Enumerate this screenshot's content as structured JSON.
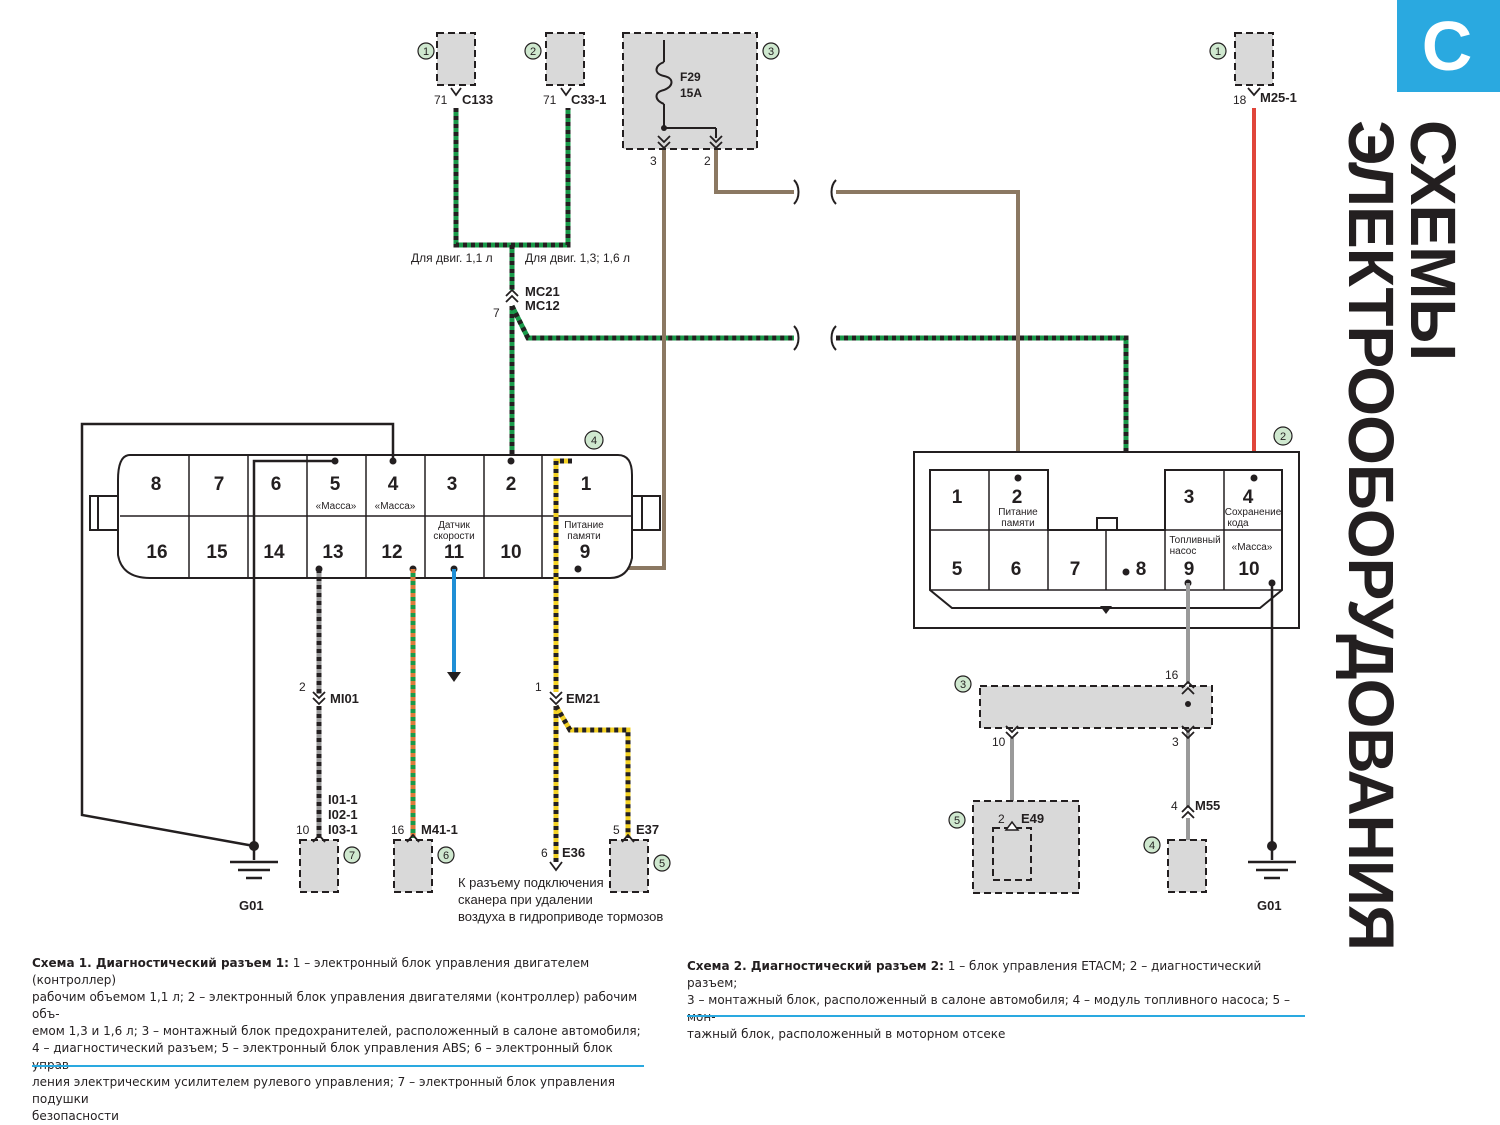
{
  "section": {
    "letter": "С",
    "title_line1": "СХЕМЫ",
    "title_line2": "ЭЛЕКТРООБОРУДОВАНИЯ",
    "accent_color": "#2aa9e0"
  },
  "diagram1": {
    "top_connectors": [
      {
        "marker": "1",
        "pin": "71",
        "name": "C133"
      },
      {
        "marker": "2",
        "pin": "71",
        "name": "C33-1"
      }
    ],
    "fuse_block": {
      "marker": "3",
      "fuse": "F29",
      "rating": "15A",
      "pin_left": "3",
      "pin_right": "2"
    },
    "engine_split": {
      "left": "Для двиг. 1,1 л",
      "right": "Для двиг. 1,3; 1,6 л"
    },
    "mid_connector": {
      "pin": "7",
      "name1": "MC21",
      "name2": "MC12"
    },
    "dlc": {
      "marker": "4",
      "top_row": [
        "8",
        "7",
        "6",
        "5",
        "4",
        "3",
        "2",
        "1"
      ],
      "bottom_row": [
        "16",
        "15",
        "14",
        "13",
        "12",
        "11",
        "10",
        "9"
      ],
      "notes": {
        "p5": "«Масса»",
        "p4": "«Масса»",
        "p11_1": "Датчик",
        "p11_2": "скорости",
        "p9_1": "Питание",
        "p9_2": "памяти"
      }
    },
    "wire_connectors": [
      {
        "pin": "2",
        "name": "MI01"
      },
      {
        "pin": "1",
        "name": "EM21"
      }
    ],
    "ground": "G01",
    "bottom_modules": [
      {
        "marker": "7",
        "pin": "10",
        "names": [
          "I01-1",
          "I02-1",
          "I03-1"
        ]
      },
      {
        "marker": "6",
        "pin": "16",
        "names": [
          "M41-1"
        ]
      },
      {
        "marker": "5",
        "pin": "5",
        "names": [
          "E37"
        ]
      }
    ],
    "e36": {
      "pin": "6",
      "name": "E36"
    },
    "scanner_note": [
      "К разъему подключения",
      "сканера при удалении",
      "воздуха в гидроприводе тормозов"
    ]
  },
  "diagram2": {
    "top_connector": {
      "marker": "1",
      "pin": "18",
      "name": "M25-1"
    },
    "dlc": {
      "marker": "2",
      "top_row": [
        "1",
        "2",
        "",
        "3",
        "4"
      ],
      "bottom_row": [
        "5",
        "6",
        "7",
        "8",
        "9",
        "10"
      ],
      "notes": {
        "p2_1": "Питание",
        "p2_2": "памяти",
        "p4_1": "Сохранение",
        "p4_2": "кода",
        "p9_1": "Топливный",
        "p9_2": "насос",
        "p10": "«Масса»"
      }
    },
    "engine_block": {
      "marker": "3",
      "pin_in": "16",
      "pin_out_left": "10",
      "pin_out_right": "3"
    },
    "e49": {
      "marker": "5",
      "pin": "2",
      "name": "E49"
    },
    "m55": {
      "marker": "4",
      "pin": "4",
      "name": "M55"
    },
    "ground": "G01"
  },
  "wire_colors": {
    "green": "#1a9a4a",
    "brown": "#8b7862",
    "red": "#e0453a",
    "orange": "#e07a3a",
    "yellow": "#f2d024",
    "blue": "#1f8fd6",
    "gray": "#9a9a9a"
  },
  "captions": {
    "c1_title": "Схема 1. Диагностический разъем 1:",
    "c1_line1": "1 – электронный блок управления двигателем (контроллер)",
    "c1_line2": "рабочим объемом 1,1 л; 2 – электронный блок управления двигателями (контроллер) рабочим объ-",
    "c1_line3": "емом 1,3 и 1,6 л; 3 – монтажный блок предохранителей, расположенный в салоне автомобиля;",
    "c1_line4": "4 – диагностический разъем; 5 – электронный блок управления ABS; 6 – электронный блок управ-",
    "c1_line5": "ления электрическим усилителем рулевого управления; 7 – электронный блок управления подушки",
    "c1_line6": "безопасности",
    "c2_title": "Схема 2. Диагностический разъем 2:",
    "c2_line1": "1 – блок управления ETACM; 2 – диагностический разъем;",
    "c2_line2": "3 – монтажный блок, расположенный в салоне автомобиля; 4 – модуль топливного насоса; 5 – мон-",
    "c2_line3": "тажный блок, расположенный в моторном отсеке"
  }
}
